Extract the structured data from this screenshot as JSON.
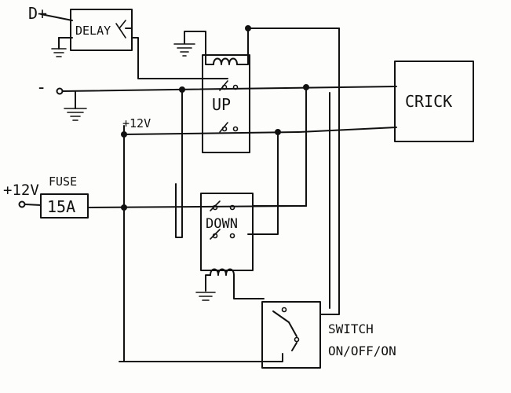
{
  "labels": {
    "dplus": "D+",
    "delay": "DELAY",
    "minus": "-",
    "up": "UP",
    "plus12_inner": "+12V",
    "plus12_in": "+12V",
    "fuse_title": "FUSE",
    "fuse_value": "15A",
    "down": "DOWN",
    "crick": "CRICK",
    "switch_line1": "SWITCH",
    "switch_line2": "ON/OFF/ON"
  },
  "icons": {
    "ground": "ground-symbol-icon",
    "coil": "relay-coil-icon",
    "contact": "switch-contact-icon"
  },
  "colors": {
    "ink": "#111111",
    "paper": "#fdfdfb"
  }
}
